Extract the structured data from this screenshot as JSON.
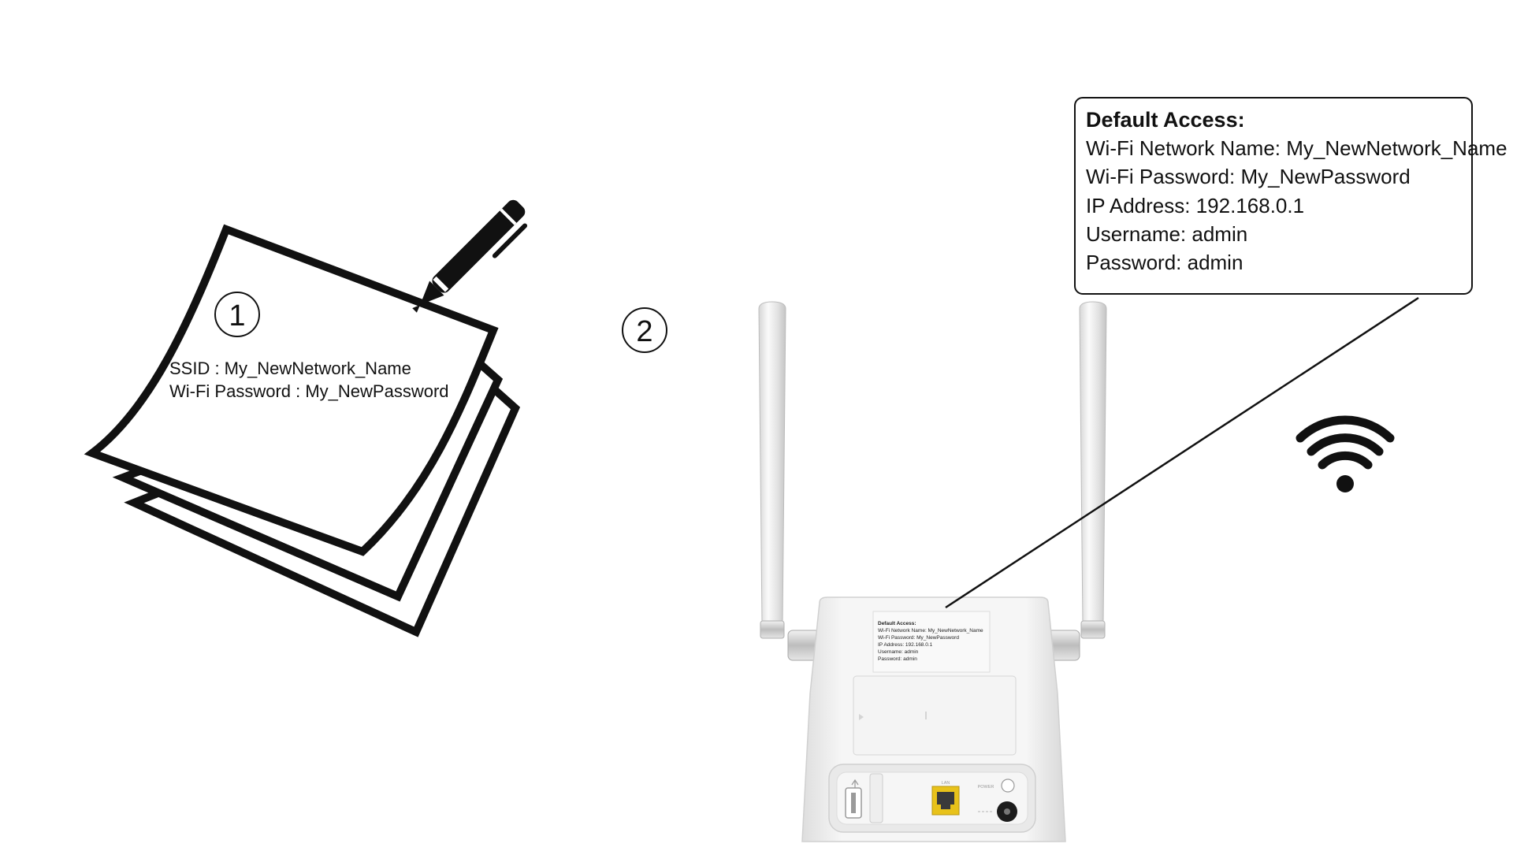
{
  "steps": {
    "step1": "1",
    "step2": "2"
  },
  "note": {
    "ssid_line": "SSID : My_NewNetwork_Name",
    "password_line": "Wi-Fi Password : My_NewPassword"
  },
  "callout": {
    "title": "Default Access:",
    "lines": [
      "Wi-Fi Network Name: My_NewNetwork_Name",
      "Wi-Fi Password: My_NewPassword",
      "IP Address: 192.168.0.1",
      "Username: admin",
      "Password: admin"
    ]
  },
  "router_label": {
    "title": "Default Access:",
    "lines": [
      "Wi-Fi Network Name: My_NewNetwork_Name",
      "Wi-Fi Password: My_NewPassword",
      "IP Address: 192.168.0.1",
      "Username: admin",
      "Password: admin"
    ]
  },
  "ports": {
    "lan": "LAN",
    "power": "POWER"
  },
  "icons": {
    "pen": "pen-icon",
    "note_pad": "notepad-icon",
    "wifi": "wifi-icon",
    "router": "router-image",
    "usb": "usb-icon"
  },
  "colors": {
    "outline": "#111111",
    "router_body": "#f2f2f2",
    "ethernet_port": "#e8c21a",
    "background": "#ffffff"
  }
}
